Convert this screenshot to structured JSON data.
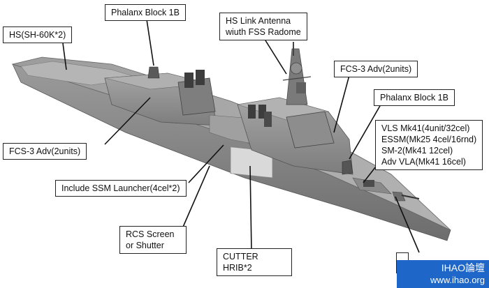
{
  "labels": {
    "hs": "HS(SH-60K*2)",
    "phalanx_aft": "Phalanx Block 1B",
    "hs_link": [
      "HS Link Antenna",
      "wiuth FSS Radome"
    ],
    "fcs_fwd": "FCS-3 Adv(2units)",
    "phalanx_fwd": "Phalanx Block 1B",
    "vls": [
      "VLS Mk41(4unit/32cel)",
      "ESSM(Mk25 4cel/16rnd)",
      "SM-2(Mk41 12cel)",
      "Adv VLA(Mk41 16cel)"
    ],
    "fcs_aft": "FCS-3 Adv(2units)",
    "ssm": "Include SSM Launcher(4cel*2)",
    "rcs": [
      "RCS Screen",
      "or Shutter"
    ],
    "cutter": [
      "CUTTER",
      "HRIB*2"
    ]
  },
  "watermark": {
    "line1": "IHAO論壇",
    "line2": "www.ihao.org"
  },
  "colors": {
    "hull": "#8a8a8a",
    "hull_dark": "#6f6f6f",
    "deck": "#a3a3a3",
    "superstructure": "#9a9a9a",
    "turret": "#3d3d3d",
    "watermark_bg": "#1f66c9"
  }
}
